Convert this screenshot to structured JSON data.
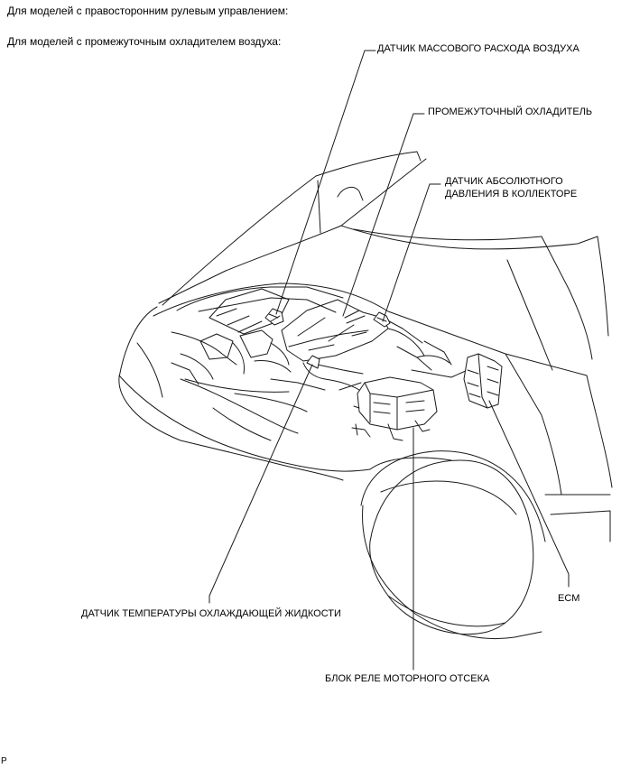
{
  "notes": {
    "rhd": "Для моделей с правосторонним рулевым управлением:",
    "intercooler_models": "Для моделей с промежуточным охладителем воздуха:"
  },
  "labels": {
    "maf_sensor": "ДАТЧИК МАССОВОГО РАСХОДА ВОЗДУХА",
    "intercooler": "ПРОМЕЖУТОЧНЫЙ ОХЛАДИТЕЛЬ",
    "map_sensor_line1": "ДАТЧИК АБСОЛЮТНОГО",
    "map_sensor_line2": "ДАВЛЕНИЯ В КОЛЛЕКТОРЕ",
    "ecm": "ECM",
    "ect_sensor": "ДАТЧИК ТЕМПЕРАТУРЫ ОХЛАЖДАЮЩЕЙ ЖИДКОСТИ",
    "relay_block": "БЛОК РЕЛЕ МОТОРНОГО ОТСЕКА"
  },
  "corner_mark": "P",
  "colors": {
    "line": "#1a1a1a",
    "fill": "#ffffff",
    "shade": "#6a6a6a"
  }
}
